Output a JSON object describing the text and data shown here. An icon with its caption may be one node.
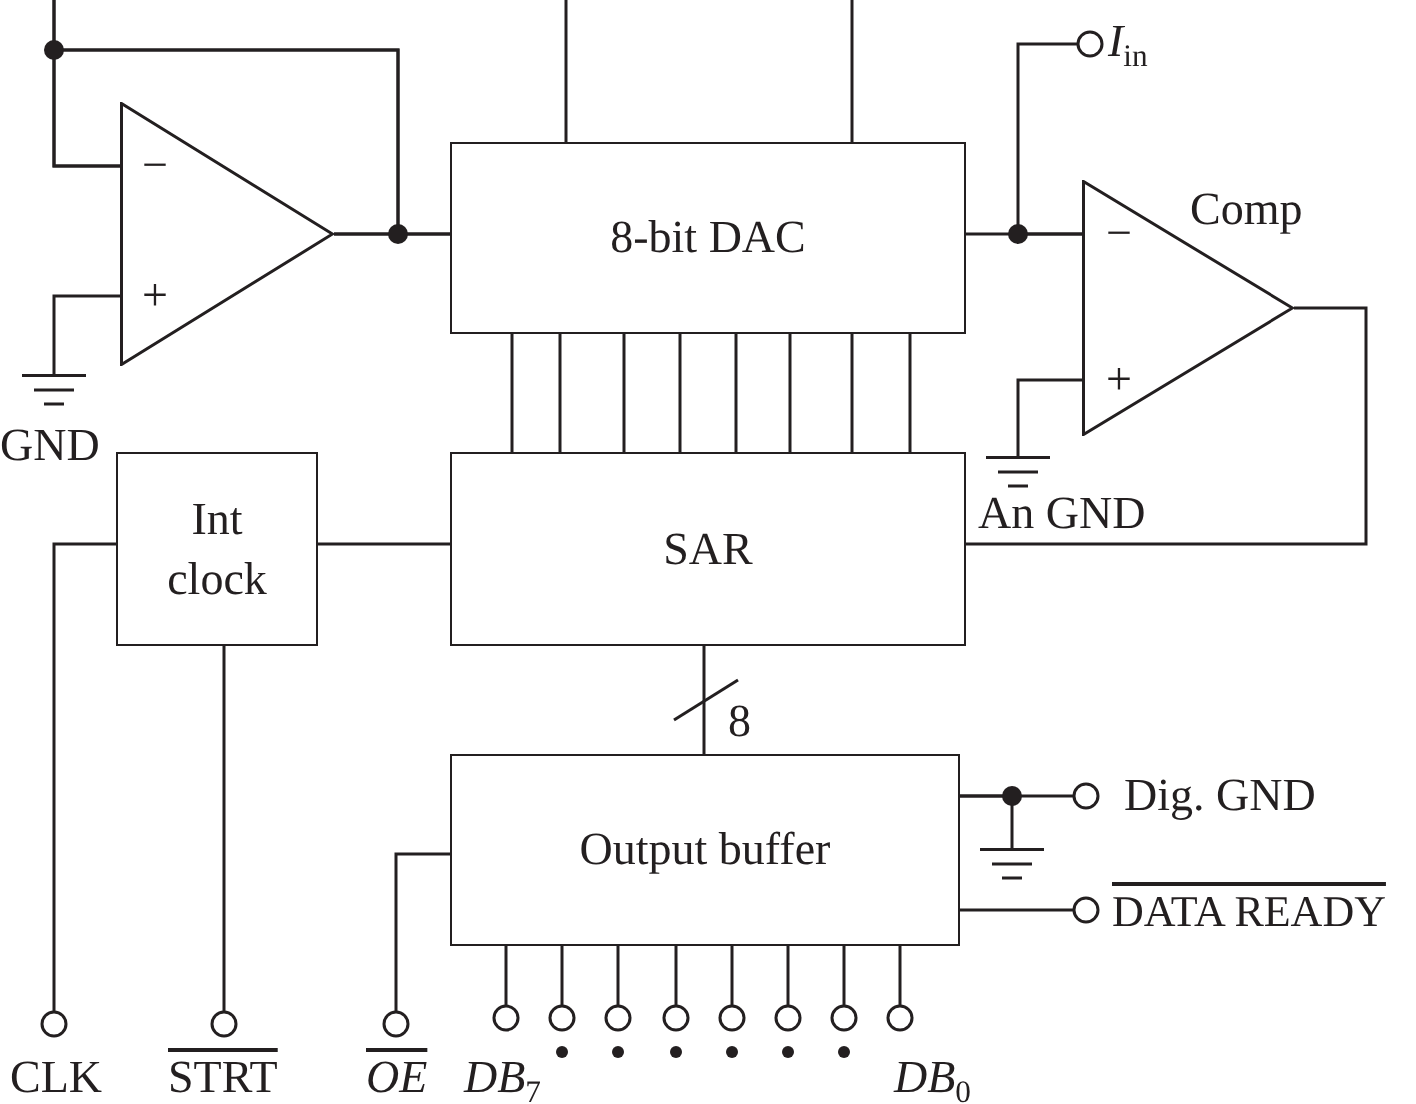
{
  "diagram": {
    "nodes": [
      {
        "text": [
          "−",
          "+"
        ]
      },
      {
        "text": [
          "8-bit DAC"
        ]
      },
      {
        "text": [],
        "shape": "circle",
        "beside": [
          "*I*$_{in}$"
        ]
      },
      {
        "text": [
          "−",
          "+"
        ],
        "beside": [
          "Comp"
        ]
      },
      {
        "text": [],
        "shape": "ground",
        "beside": [
          "GND"
        ]
      },
      {
        "text": [],
        "shape": "ground",
        "beside": [
          "An GND"
        ]
      },
      {
        "text": [
          "Int clock"
        ]
      },
      {
        "text": [
          "SAR"
        ]
      },
      {
        "text": [
          "Output buffer"
        ]
      },
      {
        "text": [],
        "shape": "circle",
        "beside": [
          "Dig. GND"
        ]
      },
      {
        "text": [],
        "shape": "ground"
      },
      {
        "text": [],
        "shape": "circle",
        "beside": [
          "DATA READY"
        ]
      },
      {
        "text": [],
        "shape": "circle",
        "beside": [
          "CLK"
        ]
      },
      {
        "text": [],
        "shape": "circle",
        "beside": [
          "STRT"
        ]
      },
      {
        "text": [],
        "shape": "circle",
        "beside": [
          "OE"
        ]
      },
      {
        "text": [],
        "shape": "circle",
        "beside": [
          "*DB*$_{7}$"
        ]
      },
      {
        "text": [],
        "shape": "circle"
      },
      {
        "text": [],
        "shape": "circle"
      },
      {
        "text": [],
        "shape": "circle"
      },
      {
        "text": [],
        "shape": "circle"
      },
      {
        "text": [],
        "shape": "circle"
      },
      {
        "text": [],
        "shape": "circle"
      },
      {
        "text": [],
        "shape": "circle",
        "beside": [
          "*DB*$_{0}$"
        ]
      }
    ],
    "edges": [
      {
        "from": null,
        "to": 0,
        "arrow": "none"
      },
      {
        "from": null,
        "to": 1,
        "arrow": "none"
      },
      {
        "from": 0,
        "to": 0,
        "arrow": "none"
      },
      {
        "from": 0,
        "to": 1,
        "arrow": "none"
      },
      {
        "from": 0,
        "to": 4,
        "arrow": "none"
      },
      {
        "from": null,
        "to": 1,
        "arrow": "none"
      },
      {
        "from": null,
        "to": 1,
        "arrow": "none"
      },
      {
        "from": 1,
        "to": 3,
        "arrow": "none"
      },
      {
        "from": 2,
        "to": 3,
        "arrow": "none"
      },
      {
        "from": 3,
        "to": 5,
        "arrow": "none"
      },
      {
        "from": 3,
        "to": 7,
        "arrow": "none"
      },
      {
        "from": 7,
        "to": 1,
        "arrow": "none"
      },
      {
        "from": 7,
        "to": 1,
        "arrow": "none"
      },
      {
        "from": 7,
        "to": 1,
        "arrow": "none"
      },
      {
        "from": 7,
        "to": 1,
        "arrow": "none"
      },
      {
        "from": 7,
        "to": 1,
        "arrow": "none"
      },
      {
        "from": 7,
        "to": 1,
        "arrow": "none"
      },
      {
        "from": 7,
        "to": 1,
        "arrow": "none"
      },
      {
        "from": 7,
        "to": 1,
        "arrow": "none"
      },
      {
        "from": 6,
        "to": 7,
        "arrow": "none"
      },
      {
        "from": 12,
        "to": 6,
        "arrow": "none"
      },
      {
        "from": 13,
        "to": 6,
        "arrow": "none"
      },
      {
        "from": 7,
        "to": 8,
        "arrow": "none",
        "label": "8"
      },
      {
        "from": 14,
        "to": 8,
        "arrow": "none"
      },
      {
        "from": 8,
        "to": 9,
        "arrow": "none"
      },
      {
        "from": 8,
        "to": 10,
        "arrow": "none"
      },
      {
        "from": 8,
        "to": 11,
        "arrow": "none"
      },
      {
        "from": 8,
        "to": 15,
        "arrow": "none"
      },
      {
        "from": 8,
        "to": 16,
        "arrow": "none"
      },
      {
        "from": 8,
        "to": 17,
        "arrow": "none"
      },
      {
        "from": 8,
        "to": 18,
        "arrow": "none"
      },
      {
        "from": 8,
        "to": 19,
        "arrow": "none"
      },
      {
        "from": 8,
        "to": 20,
        "arrow": "none"
      },
      {
        "from": 8,
        "to": 21,
        "arrow": "none"
      },
      {
        "from": 8,
        "to": 22,
        "arrow": "none"
      }
    ]
  }
}
